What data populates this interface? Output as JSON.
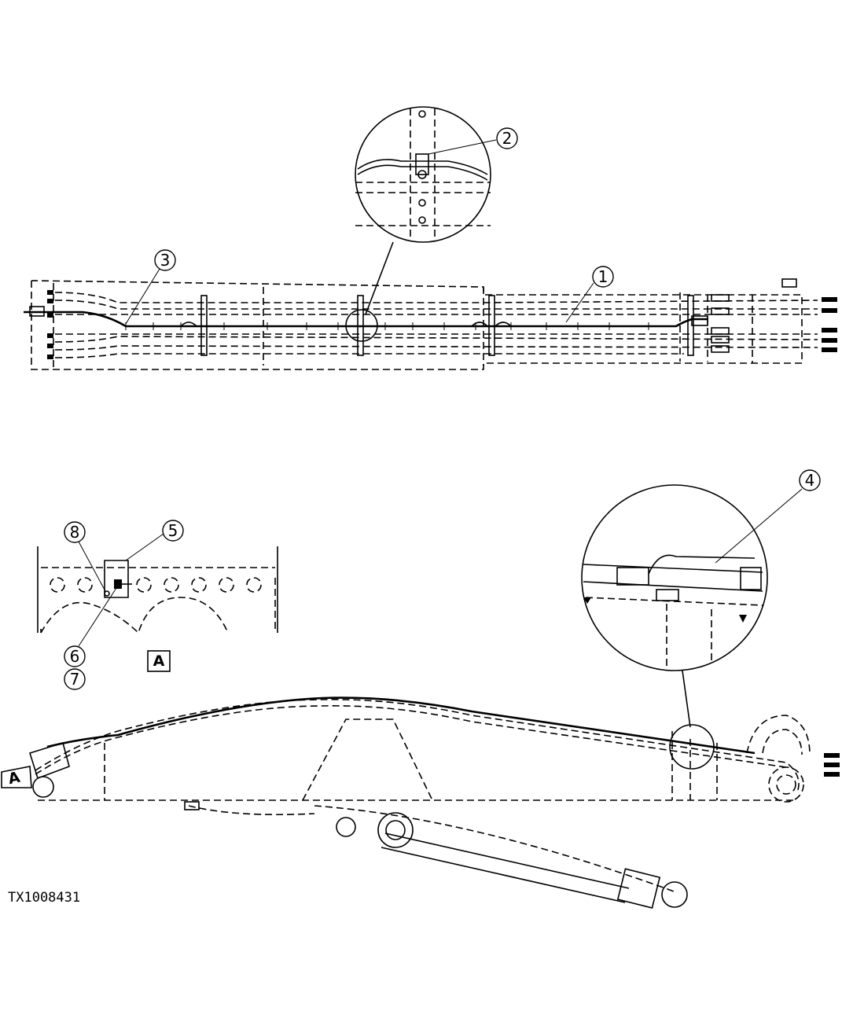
{
  "figure_id": "TX1008431",
  "view_label": "A",
  "arrow_label": "A",
  "callouts": [
    "1",
    "2",
    "3",
    "4",
    "5",
    "6",
    "7",
    "8"
  ]
}
